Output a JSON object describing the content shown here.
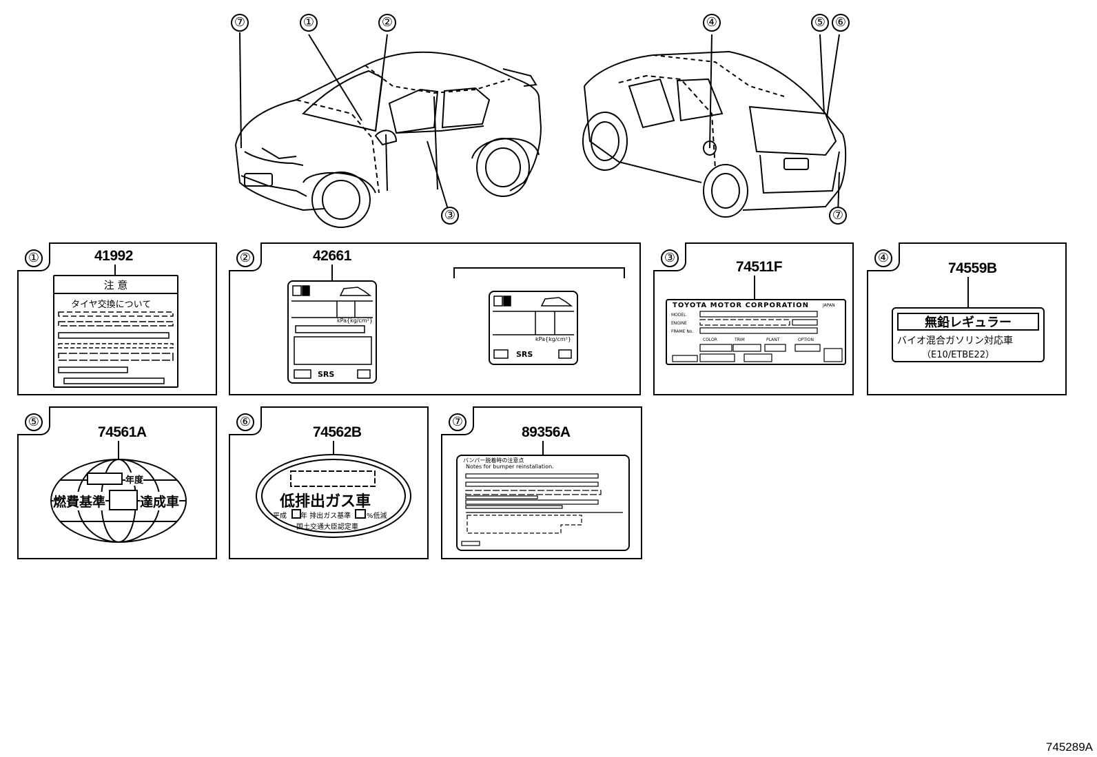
{
  "callouts": {
    "front": [
      "⑦",
      "①",
      "②",
      "③"
    ],
    "rear": [
      "④",
      "⑤",
      "⑥",
      "⑦"
    ]
  },
  "panels": [
    {
      "index": "①",
      "part": "41992",
      "lines": [
        "注 意",
        "タイヤ交換について"
      ]
    },
    {
      "index": "②",
      "part": "42661",
      "lines": [
        "kPa{kg/cm²}",
        "SRS",
        "kPa{kg/cm²}",
        "SRS"
      ]
    },
    {
      "index": "③",
      "part": "74511F",
      "lines": [
        "TOYOTA MOTOR CORPORATION",
        "JAPAN",
        "MODEL",
        "ENGINE",
        "FRAME No.",
        "COLOR",
        "TRIM",
        "PLANT",
        "OPTION"
      ]
    },
    {
      "index": "④",
      "part": "74559B",
      "lines": [
        "無鉛レギュラー",
        "バイオ混合ガソリン対応車",
        "（E10/ETBE22）"
      ]
    },
    {
      "index": "⑤",
      "part": "74561A",
      "lines": [
        "年度",
        "燃費基準",
        "達成車"
      ]
    },
    {
      "index": "⑥",
      "part": "74562B",
      "lines": [
        "低排出ガス車",
        "平成",
        "年 排出ガス基準",
        "%低減",
        "国土交通大臣認定車"
      ]
    },
    {
      "index": "⑦",
      "part": "89356A",
      "lines": [
        "バンパー脱着時の注意点",
        "Notes for bumper reinstallation."
      ]
    }
  ],
  "diagram_code": "745289A"
}
